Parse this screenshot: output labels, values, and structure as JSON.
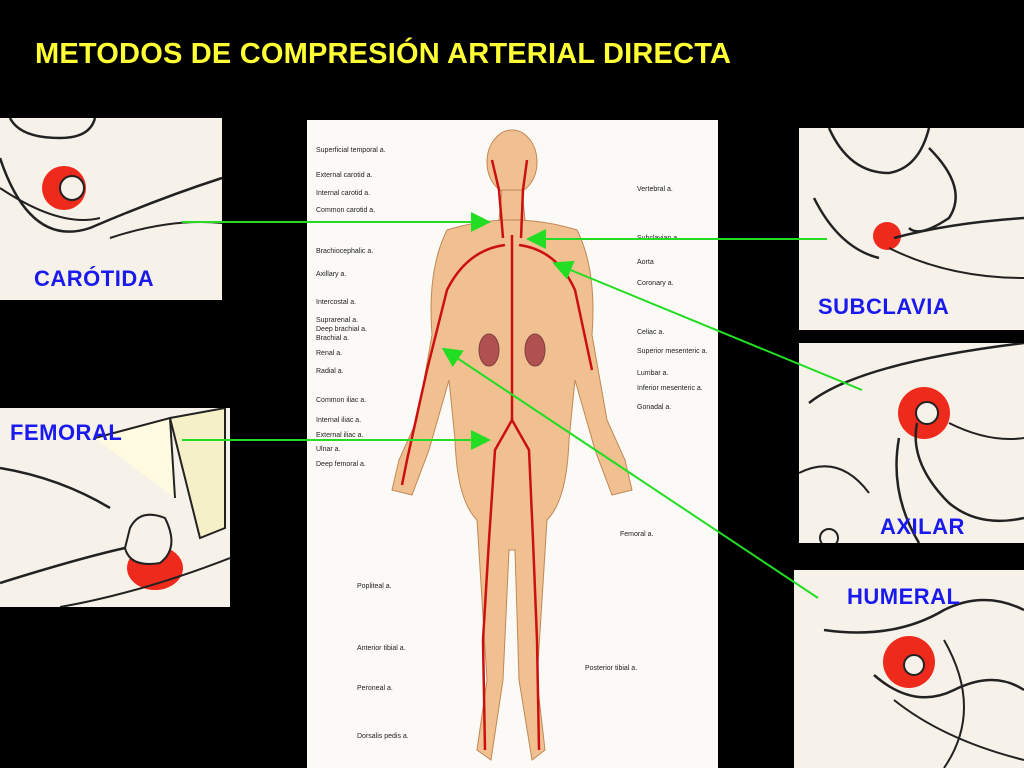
{
  "title": "METODOS DE COMPRESIÓN ARTERIAL DIRECTA",
  "colors": {
    "title": "#ffff33",
    "label": "#1a1aee",
    "arrow": "#22dd22",
    "artery": "#cc1010",
    "skin": "#f0c090",
    "pressure": "#ee2a1c"
  },
  "sites": {
    "carotida": "CARÓTIDA",
    "subclavia": "SUBCLAVIA",
    "axilar": "AXILAR",
    "femoral": "FEMORAL",
    "humeral": "HUMERAL"
  },
  "anatomy": {
    "left": [
      "Superficial temporal a.",
      "External carotid a.",
      "Internal carotid a.",
      "Common carotid a.",
      "Brachiocephalic a.",
      "Axillary a.",
      "Intercostal a.",
      "Suprarenal a.",
      "Deep brachial a.",
      "Brachial a.",
      "Renal a.",
      "Radial a.",
      "Common iliac a.",
      "Internal iliac a.",
      "External iliac a.",
      "Ulnar a.",
      "Deep femoral a.",
      "Popliteal a.",
      "Anterior tibial a.",
      "Peroneal a.",
      "Dorsalis pedis a."
    ],
    "right": [
      "Vertebral a.",
      "Subclavian a.",
      "Aorta",
      "Coronary a.",
      "Celiac a.",
      "Superior mesenteric a.",
      "Lumbar a.",
      "Inferior mesenteric a.",
      "Gonadal a.",
      "Femoral a.",
      "Posterior tibial a."
    ]
  }
}
